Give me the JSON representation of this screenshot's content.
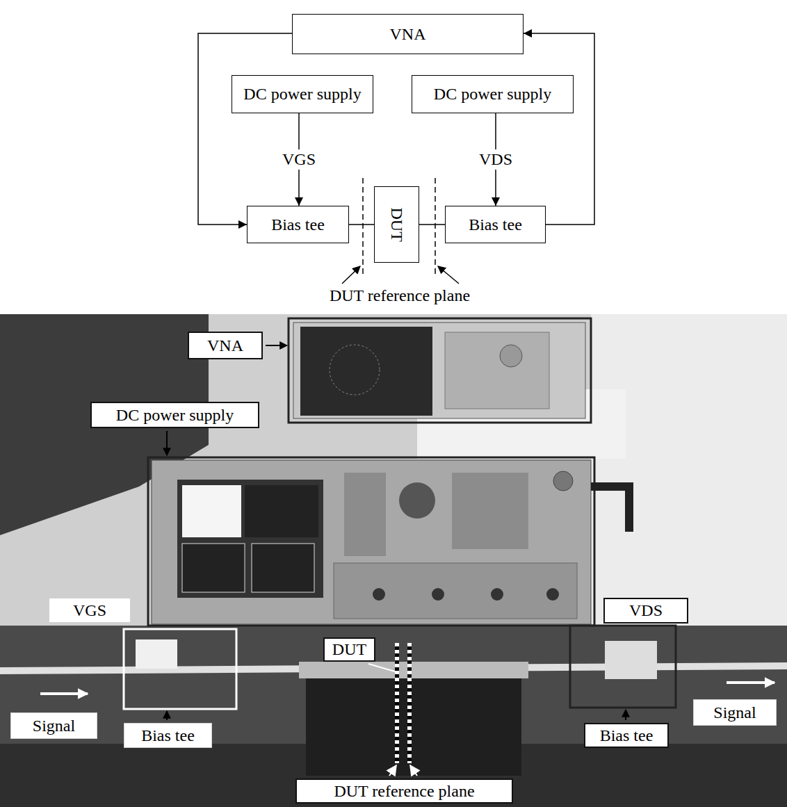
{
  "diagram": {
    "nodes": [
      {
        "text": [
          "VNA"
        ]
      },
      {
        "text": [
          "DC power supply"
        ]
      },
      {
        "text": [
          "DC power supply"
        ]
      },
      {
        "text": [
          "Bias tee"
        ]
      },
      {
        "text": [
          "DUT"
        ]
      },
      {
        "text": [
          "Bias tee"
        ]
      },
      {
        "text": [
          "VNA"
        ]
      },
      {
        "text": [
          "DC power supply"
        ]
      },
      {
        "text": [
          "VGS"
        ]
      },
      {
        "text": [
          "VDS"
        ]
      },
      {
        "text": [
          "DUT"
        ]
      },
      {
        "text": [
          "Bias tee"
        ]
      },
      {
        "text": [
          "Bias tee"
        ]
      },
      {
        "text": [
          "Signal"
        ]
      },
      {
        "text": [
          "Signal"
        ]
      },
      {
        "text": [
          "DUT reference plane"
        ]
      }
    ],
    "edges": [
      {
        "from": 0,
        "to": 3,
        "arrow": "to"
      },
      {
        "from": 3,
        "to": 4,
        "arrow": "none"
      },
      {
        "from": 4,
        "to": 5,
        "arrow": "none"
      },
      {
        "from": 5,
        "to": 0,
        "arrow": "to"
      },
      {
        "from": 1,
        "to": 3,
        "label": "VGS",
        "arrow": "to"
      },
      {
        "from": 2,
        "to": 5,
        "label": "VDS",
        "arrow": "to"
      }
    ],
    "labels": [
      "DUT reference plane"
    ]
  }
}
